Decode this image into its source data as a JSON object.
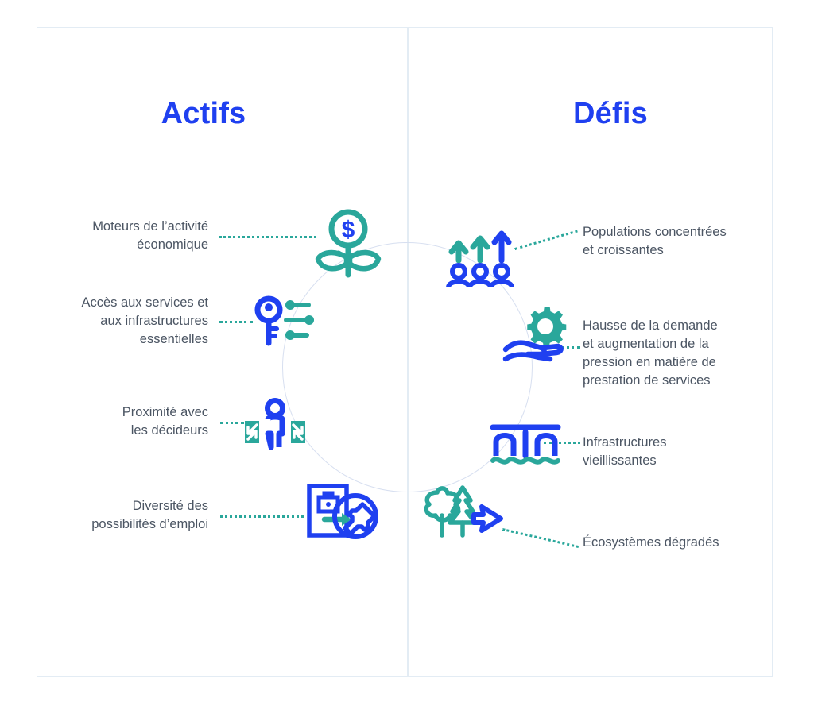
{
  "theme": {
    "blue": "#1f40f0",
    "teal": "#2aa79b",
    "text_gray": "#4b5563",
    "frame": "#e3ecf4",
    "ring": "#d7dff0",
    "background": "#ffffff"
  },
  "headings": {
    "left": "Actifs",
    "right": "Défis"
  },
  "left_items": [
    {
      "label": "Moteurs de l’activité\néconomique",
      "icon": "money-plant-icon"
    },
    {
      "label": "Accès aux services et\naux infrastructures\nessentielles",
      "icon": "key-access-icon"
    },
    {
      "label": "Proximité avec\nles décideurs",
      "icon": "person-proximity-icon"
    },
    {
      "label": "Diversité des\npossibilités d’emploi",
      "icon": "job-tools-icon"
    }
  ],
  "right_items": [
    {
      "label": "Populations concentrées\net croissantes",
      "icon": "growing-population-icon"
    },
    {
      "label": "Hausse de la demande\net augmentation de la\npression en matière de\nprestation de services",
      "icon": "hand-gear-demand-icon"
    },
    {
      "label": "Infrastructures\nvieillissantes",
      "icon": "aging-bridge-icon"
    },
    {
      "label": "Écosystèmes dégradés",
      "icon": "degraded-ecosystem-icon"
    }
  ]
}
